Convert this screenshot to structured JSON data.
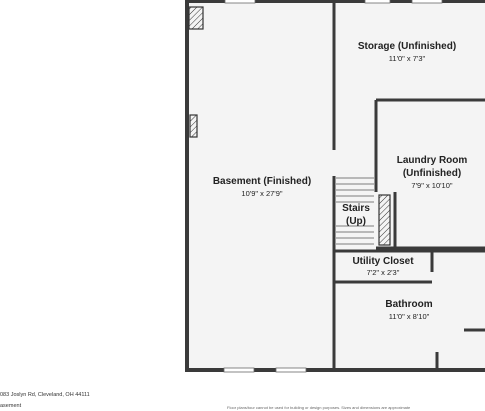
{
  "rooms": {
    "basement": {
      "name": "Basement (Finished)",
      "dims": "10'9\" x 27'9\""
    },
    "storage": {
      "name": "Storage (Unfinished)",
      "dims": "11'0\" x 7'3\""
    },
    "laundry": {
      "name_line1": "Laundry Room",
      "name_line2": "(Unfinished)",
      "dims": "7'9\" x 10'10\""
    },
    "stairs": {
      "name_line1": "Stairs",
      "name_line2": "(Up)"
    },
    "utility": {
      "name": "Utility Closet",
      "dims": "7'2\" x 2'3\""
    },
    "bathroom": {
      "name": "Bathroom",
      "dims": "11'0\" x 8'10\""
    }
  },
  "footer": {
    "address": "083 Joslyn Rd, Cleveland, OH 44111",
    "level": "asement",
    "disclaimer": "Floor plans/tour cannot be used for building or design purposes. Sizes and dimensions are approximate"
  }
}
